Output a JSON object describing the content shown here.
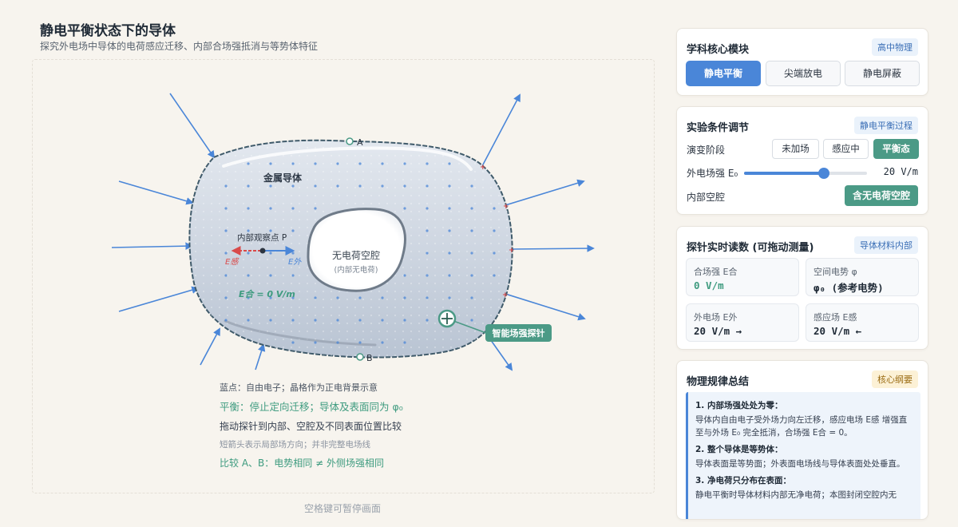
{
  "header": {
    "title": "静电平衡状态下的导体",
    "subtitle": "探究外电场中导体的电荷感应迁移、内部合场强抵消与等势体特征"
  },
  "diagram": {
    "conductor_label": "金属导体",
    "cavity_label": "无电荷空腔",
    "cavity_sublabel": "(内部无电荷)",
    "point_a_label": "A",
    "point_b_label": "B",
    "observe_point_label": "内部观察点 P",
    "e_induced_label": "E感",
    "e_external_label": "E外",
    "e_net_label": "E合 = 0 V/m",
    "probe_label": "智能场强探针",
    "colors": {
      "field_line": "#4a86d8",
      "induced": "#d94a4a",
      "conductor_fill": "#cfd7e2",
      "accent_green": "#4b9a86"
    }
  },
  "notes": {
    "line1": "蓝点：自由电子；晶格作为正电背景示意",
    "line2": "平衡：停止定向迁移；导体及表面同为 φ₀",
    "line3": "拖动探针到内部、空腔及不同表面位置比较",
    "line4": "短箭头表示局部场方向；并非完整电场线",
    "line5": "比较 A、B：电势相同 ≠ 外侧场强相同"
  },
  "footer_hint": "空格键可暂停画面",
  "modules": {
    "title": "学科核心模块",
    "tag": "高中物理",
    "buttons": [
      {
        "label": "静电平衡",
        "active": true
      },
      {
        "label": "尖端放电",
        "active": false
      },
      {
        "label": "静电屏蔽",
        "active": false
      }
    ]
  },
  "conditions": {
    "title": "实验条件调节",
    "tag": "静电平衡过程",
    "stage_label": "演变阶段",
    "stages": [
      {
        "label": "未加场",
        "active": false
      },
      {
        "label": "感应中",
        "active": false
      },
      {
        "label": "平衡态",
        "active": true
      }
    ],
    "field_label": "外电场强 E₀",
    "field_value": "20 V/m",
    "field_fraction": 0.65,
    "cavity_label": "内部空腔",
    "cavity_button": "含无电荷空腔"
  },
  "probe": {
    "title": "探针实时读数 (可拖动测量)",
    "tag": "导体材料内部",
    "readings": [
      {
        "label": "合场强 E合",
        "value": "0 V/m"
      },
      {
        "label": "空间电势 φ",
        "value": "φ₀ (参考电势)"
      },
      {
        "label": "外电场 E外",
        "value": "20 V/m →"
      },
      {
        "label": "感应场 E感",
        "value": "20 V/m ←"
      }
    ]
  },
  "laws": {
    "title": "物理规律总结",
    "tag": "核心纲要",
    "items": [
      {
        "heading": "1. 内部场强处处为零：",
        "text": "导体内自由电子受外场力向左迁移，感应电场 E感 增强直至与外场 E₀ 完全抵消，合场强 E合 = 0。"
      },
      {
        "heading": "2. 整个导体是等势体：",
        "text": "导体表面是等势面；外表面电场线与导体表面处处垂直。"
      },
      {
        "heading": "3. 净电荷只分布在表面：",
        "text": "静电平衡时导体材料内部无净电荷；本图封闭空腔内无"
      }
    ]
  }
}
